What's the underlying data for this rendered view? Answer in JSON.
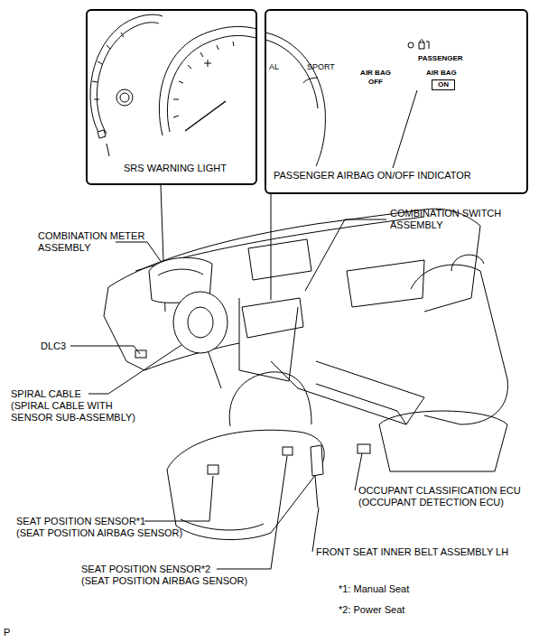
{
  "diagram": {
    "nodes": [
      {
        "text": [
          "SRS WARNING LIGHT"
        ]
      },
      {
        "text": [
          "AL",
          "SPORT",
          "PASSENGER",
          "AIR BAG OFF",
          "AIR BAG",
          "PASSENGER AIRBAG ON/OFF INDICATOR"
        ]
      },
      {
        "text": [
          "ON"
        ],
        "in": 1
      }
    ],
    "labels": [
      "COMBINATION METER ASSEMBLY",
      "COMBINATION SWITCH ASSEMBLY",
      "DLC3",
      "SPIRAL CABLE",
      "(SPIRAL CABLE WITH SENSOR SUB-ASSEMBLY)",
      "OCCUPANT CLASSIFICATION ECU",
      "(OCCUPANT DETECTION ECU)",
      "SEAT POSITION SENSOR*1",
      "(SEAT POSITION AIRBAG SENSOR)",
      "FRONT SEAT INNER BELT ASSEMBLY LH",
      "SEAT POSITION SENSOR*2",
      "(SEAT POSITION AIRBAG SENSOR)",
      "*1: Manual Seat",
      "*2: Power Seat",
      "P"
    ]
  }
}
